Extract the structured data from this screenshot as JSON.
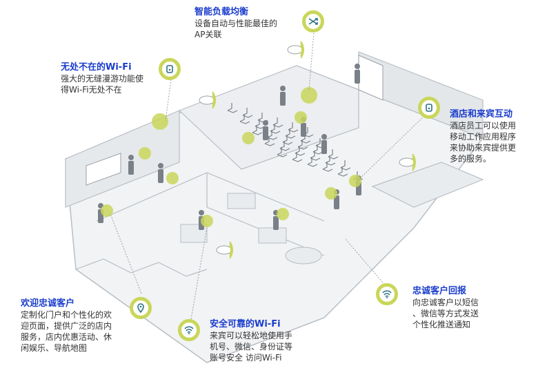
{
  "colors": {
    "accent": "#c9d65a",
    "title": "#1a3ccc",
    "icon": "#2b6f86",
    "line": "#9aa0a6"
  },
  "callouts": {
    "load_balance": {
      "title": "智能负载均衡",
      "lines": [
        "设备自动与性能最佳的",
        "AP关联"
      ],
      "icon": "shuffle-arrows-icon"
    },
    "wifi_everywhere": {
      "title": "无处不在的Wi-Fi",
      "lines": [
        "强大的无缝漫游功能使",
        "得Wi-Fi无处不在"
      ],
      "icon": "access-point-icon"
    },
    "hotel_interaction": {
      "title": "酒店和来宾互动",
      "lines": [
        "酒店员工可以使用",
        "移动工作应用程序",
        "来协助来宾提供更",
        "多的服务。"
      ],
      "icon": "access-point-icon"
    },
    "welcome_guests": {
      "title": "欢迎忠诚客户",
      "lines": [
        "定制化门户和个性化的欢",
        "迎页面，提供广泛的店内",
        "服务，店内优惠活动、休",
        "闲娱乐、导航地图"
      ],
      "icon": "location-pin-icon"
    },
    "secure_wifi": {
      "title": "安全可靠的Wi-Fi",
      "lines": [
        "来宾可以轻松地使用手",
        "机号、微信、身份证等",
        "账号安全 访问Wi-Fi"
      ],
      "icon": "wifi-icon"
    },
    "loyal_rewards": {
      "title": "忠诚客户回报",
      "lines": [
        "向忠诚客户以短信",
        "、微信等方式发送",
        "个性化推送通知"
      ],
      "icon": "wifi-icon"
    }
  }
}
